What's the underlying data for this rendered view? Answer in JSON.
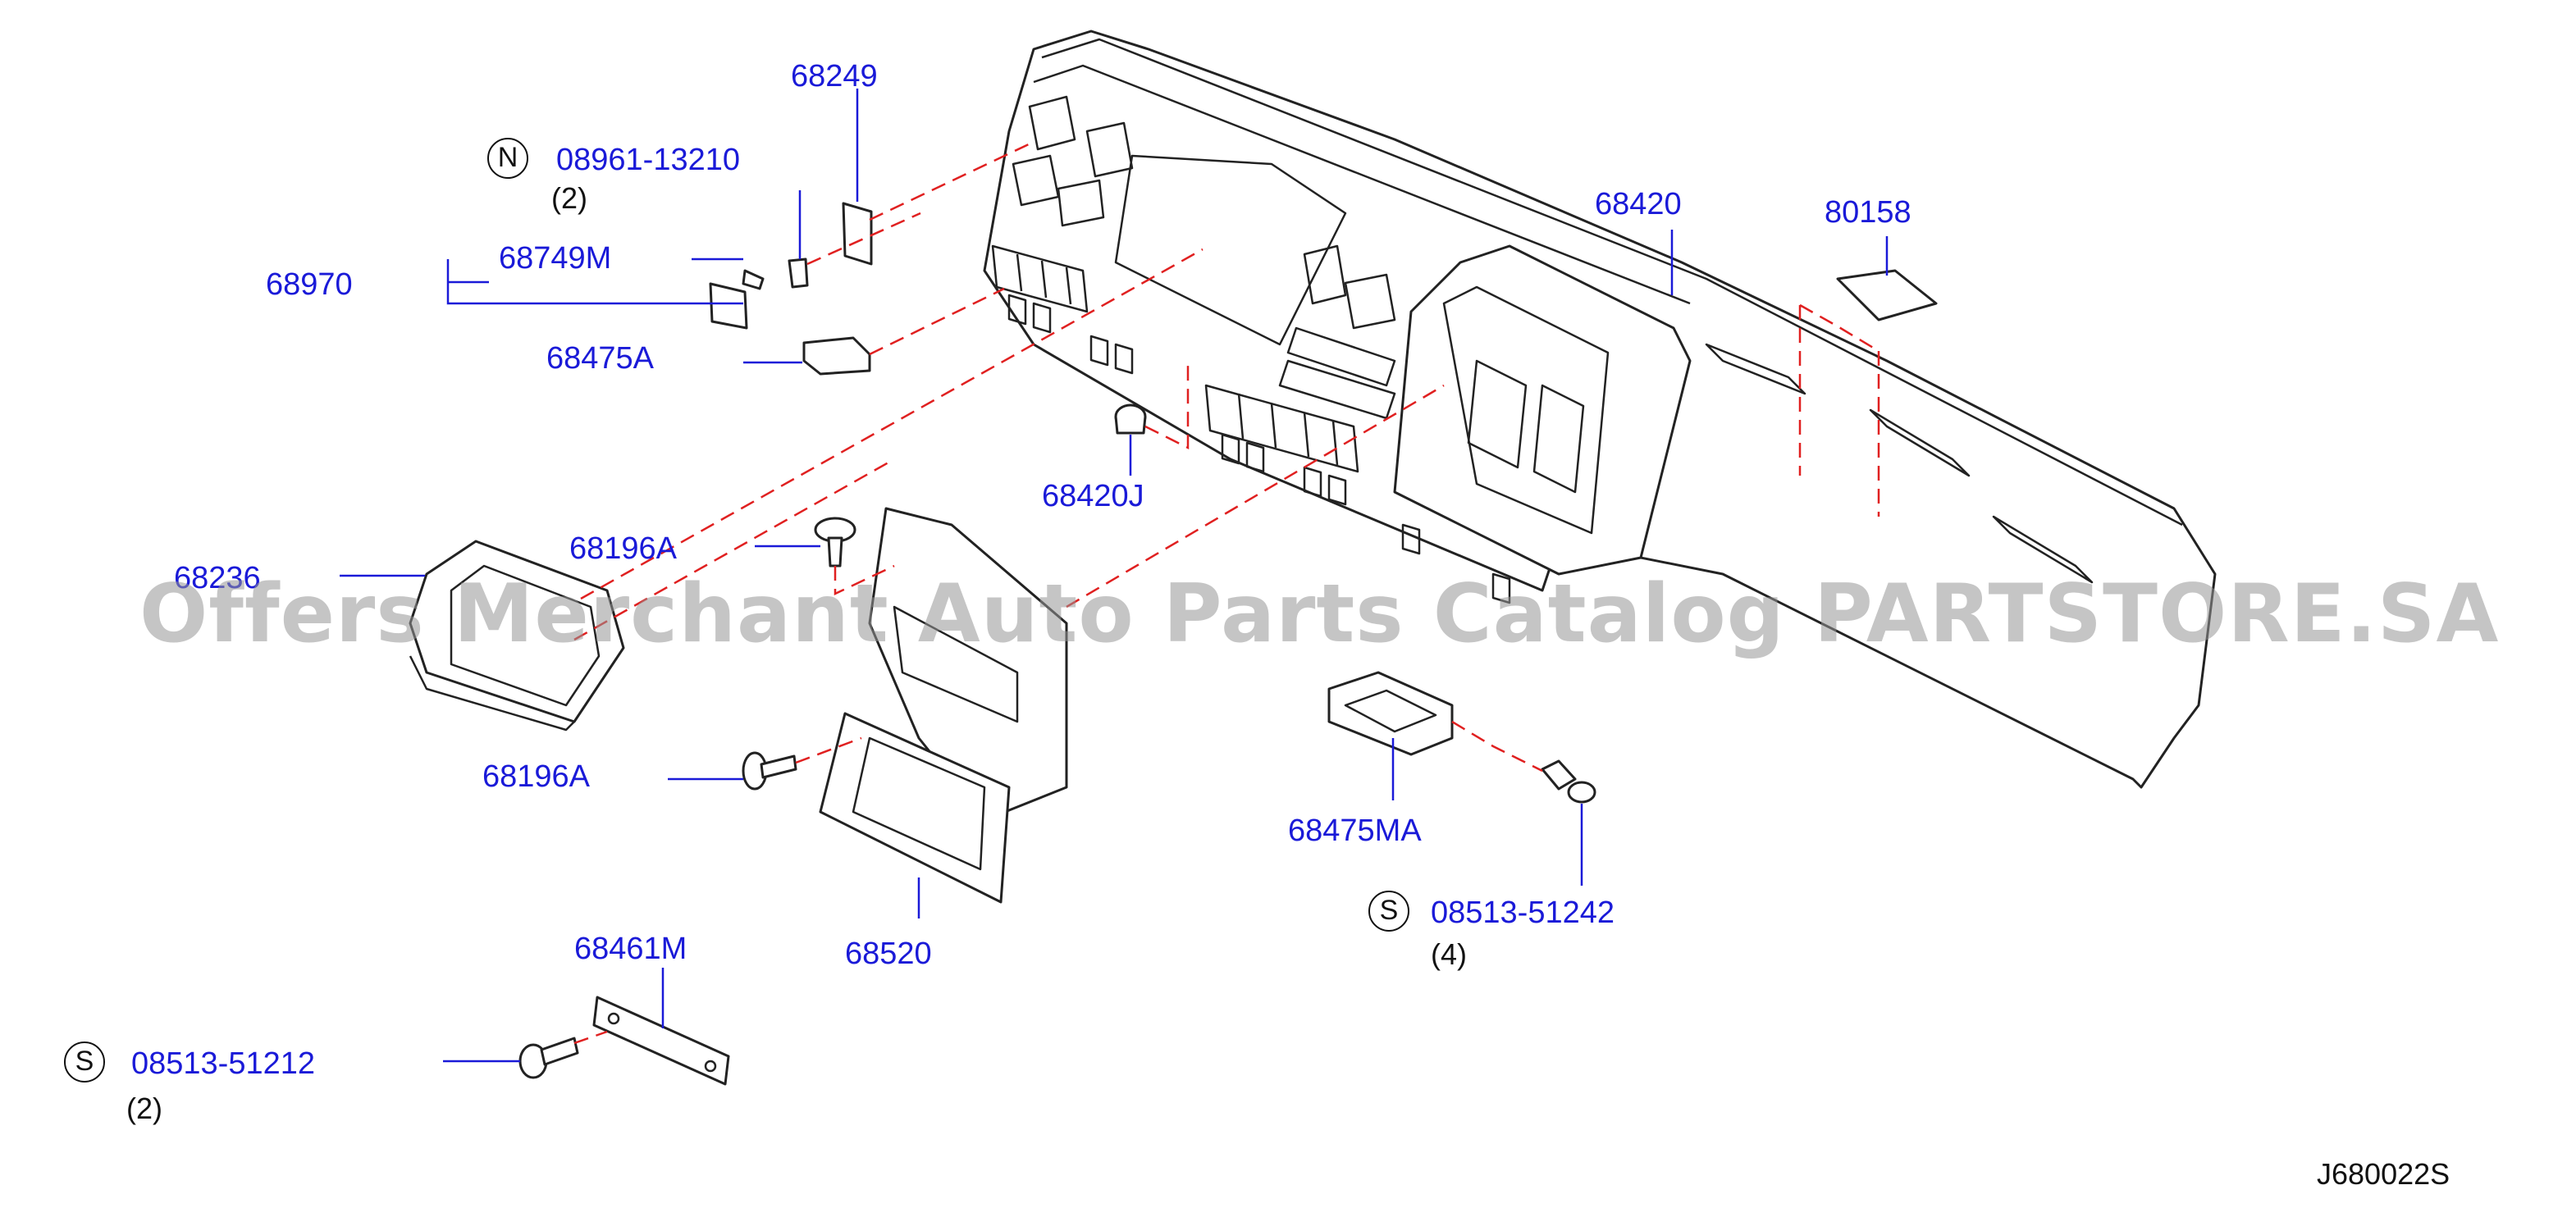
{
  "diagram": {
    "code": "J680022S",
    "watermark": "Offers Merchant Auto Parts Catalog PARTSTORE.SA",
    "parts": {
      "p68249": "68249",
      "p08961": "08961-13210",
      "p08961_qty": "(2)",
      "p68970": "68970",
      "p68749M": "68749M",
      "p68475A": "68475A",
      "p68420": "68420",
      "p80158": "80158",
      "p68420J": "68420J",
      "p68196A_top": "68196A",
      "p68236": "68236",
      "p68196A_bottom": "68196A",
      "p68475MA": "68475MA",
      "p08513_51242": "08513-51242",
      "p08513_51242_qty": "(4)",
      "p68520": "68520",
      "p68461M": "68461M",
      "p08513_51212": "08513-51212",
      "p08513_51212_qty": "(2)"
    },
    "badges": {
      "n": "N",
      "s1": "S",
      "s2": "S"
    },
    "colors": {
      "label": "#1a1ad8",
      "leader": "#1a1ad8",
      "dashed": "#e02020",
      "line": "#222222"
    }
  }
}
